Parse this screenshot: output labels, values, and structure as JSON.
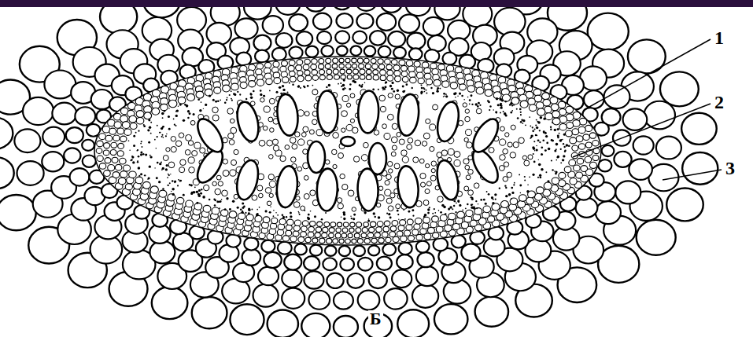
{
  "diagram": {
    "labels": [
      "1",
      "2",
      "3",
      "Б"
    ]
  }
}
